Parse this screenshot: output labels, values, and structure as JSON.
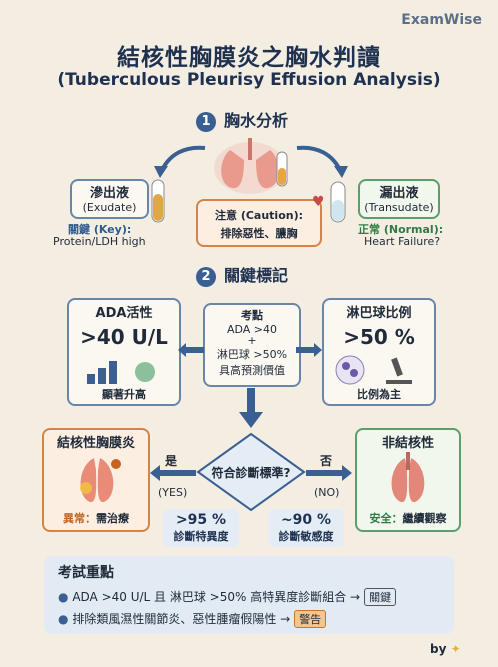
{
  "brand": "ExamWise",
  "title_zh": "結核性胸膜炎之胸水判讀",
  "title_en": "(Tuberculous Pleurisy Effusion Analysis)",
  "section1": {
    "num": "1",
    "label": "胸水分析"
  },
  "exudate": {
    "title": "滲出液",
    "sub": "(Exudate)",
    "key_label": "關鍵 (Key):",
    "key_value": "Protein/LDH high"
  },
  "caution": {
    "title": "注意 (Caution):",
    "text": "排除惡性、膿胸"
  },
  "transudate": {
    "title": "漏出液",
    "sub": "(Transudate)",
    "normal_label": "正常 (Normal):",
    "normal_value": "Heart Failure?"
  },
  "section2": {
    "num": "2",
    "label": "關鍵標記"
  },
  "ada": {
    "title": "ADA活性",
    "value": ">40 U/L",
    "caption": "顯著升高"
  },
  "exam_point": {
    "title": "考點",
    "line1": "ADA >40",
    "plus": "+",
    "line2": "淋巴球 >50%",
    "line3": "具高預測價值"
  },
  "lymph": {
    "title": "淋巴球比例",
    "value": ">50 %",
    "caption": "比例為主"
  },
  "decision": {
    "question": "符合診斷標準?",
    "yes": "是",
    "yes_en": "(YES)",
    "no": "否",
    "no_en": "(NO)"
  },
  "tb": {
    "title": "結核性胸膜炎",
    "abn_label": "異常：",
    "abn_value": "需治療"
  },
  "non_tb": {
    "title": "非結核性",
    "safe_label": "安全：",
    "safe_value": "繼續觀察"
  },
  "specificity": {
    "value": ">95 %",
    "label": "診斷特異度"
  },
  "sensitivity": {
    "value": "~90 %",
    "label": "診斷敏感度"
  },
  "key_points": {
    "title": "考試重點",
    "item1": "ADA >40 U/L 且 淋巴球 >50% 高特異度診斷組合 →",
    "tag1": "關鍵",
    "item2": "排除類風濕性關節炎、惡性腫瘤假陽性 →",
    "tag2": "警告"
  },
  "footer": "by"
}
